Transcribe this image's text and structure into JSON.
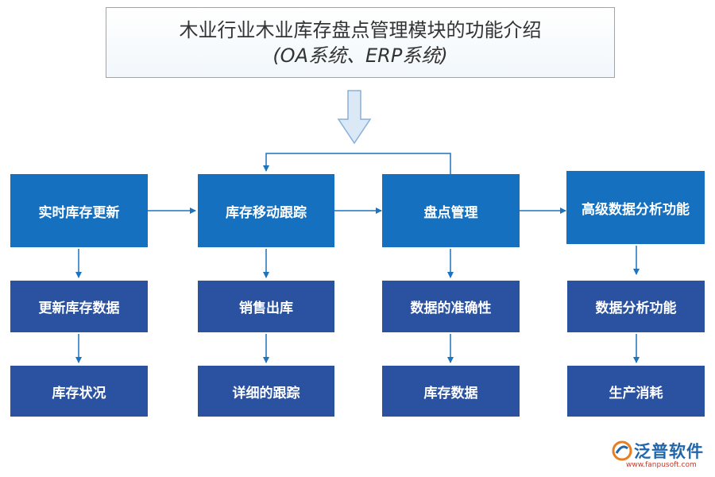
{
  "title": {
    "line1": "木业行业木业库存盘点管理模块的功能介绍",
    "line2": "(OA系统、ERP系统)"
  },
  "columns": [
    {
      "main": "实时库存更新",
      "sub1": "更新库存数据",
      "sub2": "库存状况"
    },
    {
      "main": "库存移动跟踪",
      "sub1": "销售出库",
      "sub2": "详细的跟踪"
    },
    {
      "main": "盘点管理",
      "sub1": "数据的准确性",
      "sub2": "库存数据"
    },
    {
      "main": "高级数据分析功能",
      "sub1": "数据分析功能",
      "sub2": "生产消耗"
    }
  ],
  "logo": {
    "name": "泛普软件",
    "url": "www.fanpusoft.com"
  },
  "colors": {
    "main_box": "#1570c0",
    "sub_box": "#2b52a0",
    "arrow": "#1e73be",
    "title_border": "#8aa9c8"
  }
}
